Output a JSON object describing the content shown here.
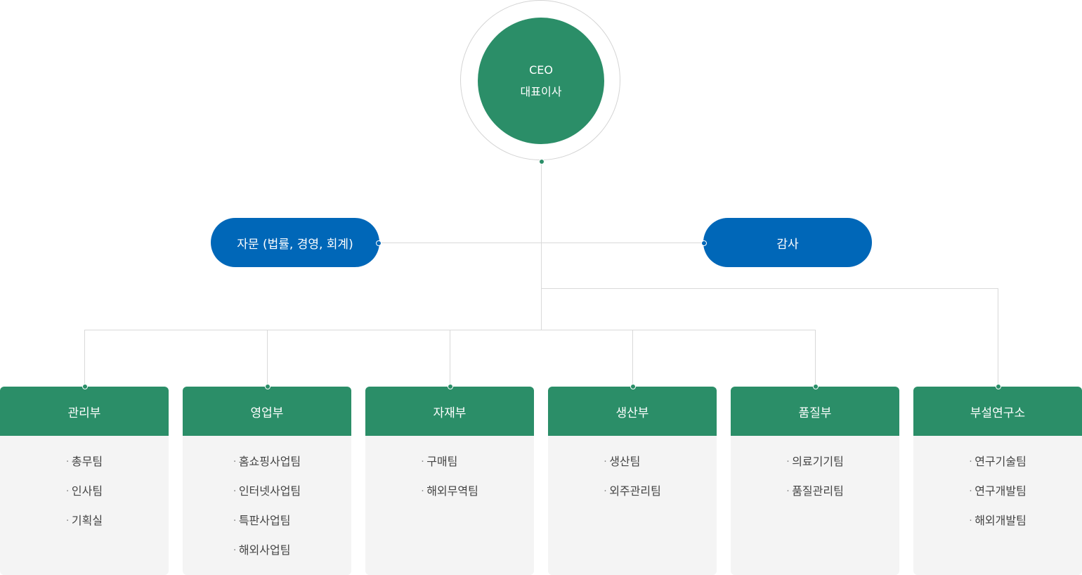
{
  "ceo": {
    "line1": "CEO",
    "line2": "대표이사"
  },
  "advisory": {
    "label": "자문 (법률, 경영, 회계)"
  },
  "audit": {
    "label": "감사"
  },
  "departments": [
    {
      "name": "관리부",
      "teams": [
        "총무팀",
        "인사팀",
        "기획실"
      ]
    },
    {
      "name": "영업부",
      "teams": [
        "홈쇼핑사업팀",
        "인터넷사업팀",
        "특판사업팀",
        "해외사업팀"
      ]
    },
    {
      "name": "자재부",
      "teams": [
        "구매팀",
        "해외무역팀"
      ]
    },
    {
      "name": "생산부",
      "teams": [
        "생산팀",
        "외주관리팀"
      ]
    },
    {
      "name": "품질부",
      "teams": [
        "의료기기팀",
        "품질관리팀"
      ]
    },
    {
      "name": "부설연구소",
      "teams": [
        "연구기술팀",
        "연구개발팀",
        "해외개발팀"
      ]
    }
  ],
  "colors": {
    "green": "#2b8e68",
    "blue": "#0067b8",
    "line": "#d9d9d9",
    "panel": "#f4f4f4"
  }
}
